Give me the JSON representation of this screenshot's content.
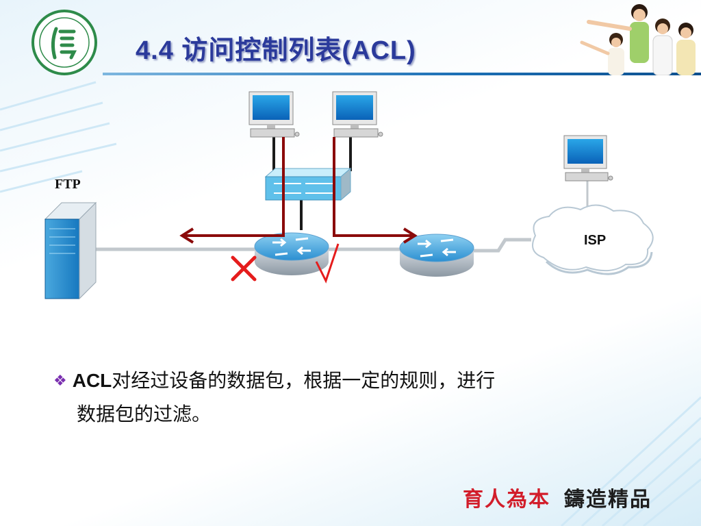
{
  "title": "4.4 访问控制列表(ACL)",
  "labels": {
    "ftp": "FTP",
    "isp": "ISP"
  },
  "marks": {
    "deny": "×",
    "permit": "√"
  },
  "bullet": {
    "lead": "ACL",
    "line1": "对经过设备的数据包，根据一定的规则，进行",
    "line2": "数据包的过滤。"
  },
  "footer": {
    "left": "育人為本",
    "right": "鑄造精品"
  },
  "colors": {
    "title": "#2b3a9b",
    "arrow": "#8b0a0a",
    "deny": "#e51c1c",
    "accent": "#1b6fb5"
  },
  "icons": [
    "school-logo-icon",
    "people-illustration",
    "pc-icon",
    "switch-icon",
    "router-icon",
    "server-icon",
    "cloud-icon"
  ]
}
